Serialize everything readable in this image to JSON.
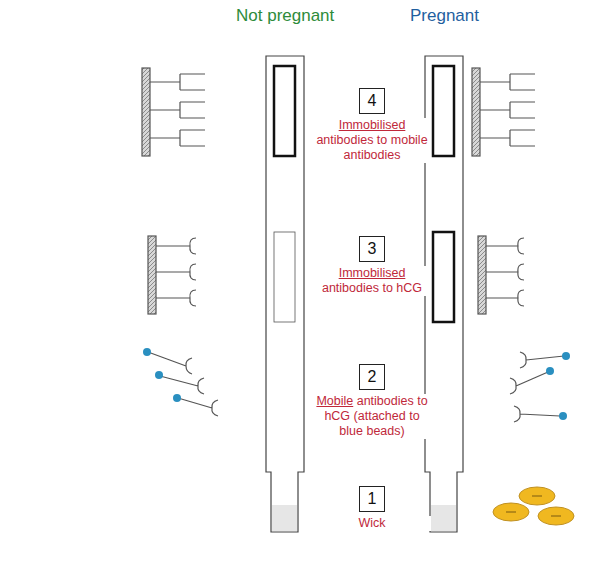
{
  "diagram": {
    "nodes": [
      {
        "text": [
          "4",
          "Immobilised antibodies to mobile antibodies"
        ]
      },
      {
        "text": [
          "3",
          "Immobilised antibodies to hCG"
        ]
      },
      {
        "text": [
          "2",
          "Mobile antibodies to hCG (attached to blue beads)"
        ]
      },
      {
        "text": [
          "1",
          "Wick"
        ]
      }
    ],
    "labels": [
      "Not pregnant",
      "Pregnant"
    ]
  }
}
